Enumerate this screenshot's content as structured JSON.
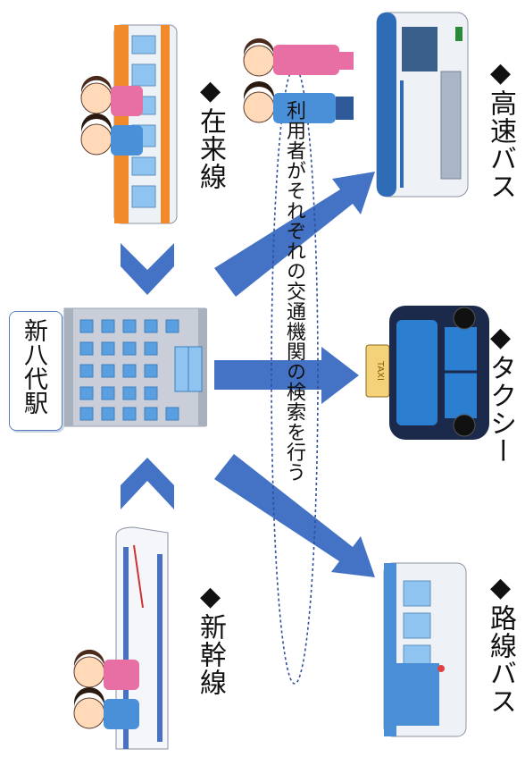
{
  "station": {
    "name": "新八代駅"
  },
  "modes": {
    "conventional_line": "◆在来線",
    "shinkansen": "◆新幹線",
    "highway_bus": "◆高速バス",
    "taxi": "◆タクシー",
    "route_bus": "◆路線バス"
  },
  "taxi_sign": "TAXI",
  "center_note": "利用者がそれぞれの交通機関の検索を行う",
  "colors": {
    "arrow": "#4472c4",
    "ellipse": "#2f4f9a",
    "station_border": "#5b7fb5",
    "building_wall": "#c9ced8",
    "window": "#5aa0e0",
    "train_orange": "#f08a2b",
    "taxi_body": "#1b2a4a",
    "taxi_blue": "#2c7fd0",
    "bus_white": "#eef1f5",
    "bus_blue": "#4a8fd6"
  },
  "icons": [
    "train-icon",
    "shinkansen-icon",
    "building-icon",
    "highway-bus-icon",
    "taxi-icon",
    "route-bus-icon",
    "family-icon",
    "couple-icon"
  ]
}
